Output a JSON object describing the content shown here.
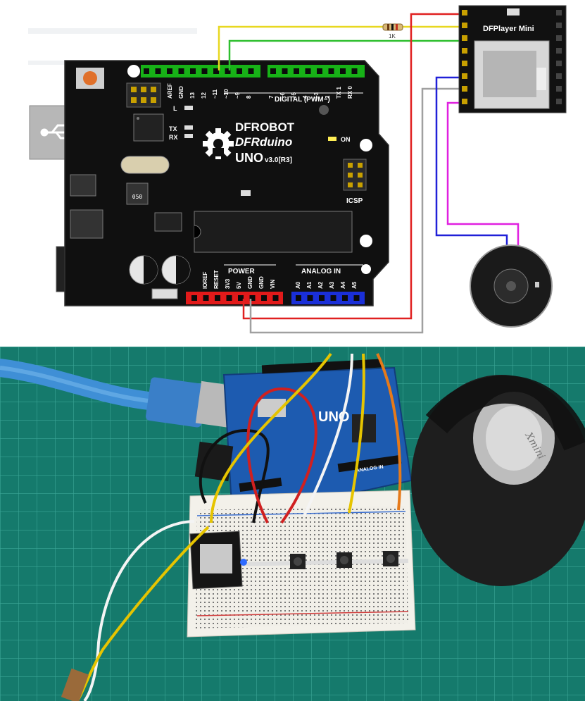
{
  "wiring_diagram": {
    "board": {
      "brand": "DFROBOT",
      "model": "DFRduino",
      "version_main": "UNO",
      "version_sub": "v3.0[R3]",
      "digital_header_label": "DIGITAL (PWM~)",
      "power_header_label": "POWER",
      "analog_header_label": "ANALOG IN",
      "icsp_label": "ICSP",
      "on_label": "ON",
      "led_l_label": "L",
      "led_tx_label": "TX",
      "led_rx_label": "RX",
      "digital_pins": [
        "AREF",
        "GND",
        "13",
        "12",
        "~11",
        "~10",
        "~9",
        "8",
        "7",
        "~6",
        "~5",
        "4",
        "~3",
        "2",
        "TX 1",
        "RX 0"
      ],
      "power_pins": [
        "IOREF",
        "RESET",
        "3V3",
        "5V",
        "GND",
        "GND",
        "VIN"
      ],
      "analog_pins": [
        "A0",
        "A1",
        "A2",
        "A3",
        "A4",
        "A5"
      ],
      "chip_marking": "050"
    },
    "module": {
      "name": "DFPlayer Mini"
    },
    "resistor": {
      "label": "1K"
    },
    "wire_colors": {
      "tx_line": "#e8d820",
      "rx_line": "#2fbf2f",
      "vcc_line": "#e02020",
      "gnd_line": "#999999",
      "speaker_minus": "#2020d8",
      "speaker_plus": "#e020e0"
    },
    "header_colors": {
      "digital": "#17b217",
      "power": "#e21a1a",
      "analog": "#1a2fd8"
    }
  },
  "photo": {
    "board_label": "UNO",
    "analog_label": "ANALOG IN",
    "speaker_logo": "Xmini"
  }
}
